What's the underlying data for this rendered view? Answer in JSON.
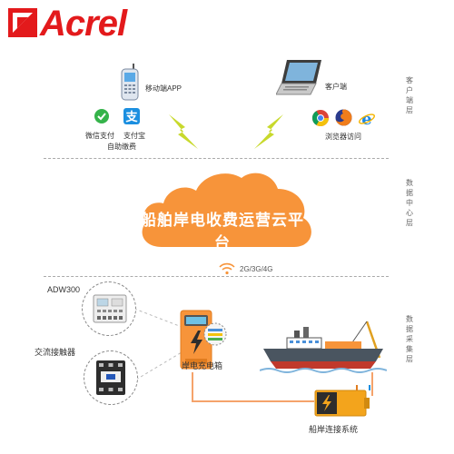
{
  "brand": {
    "name": "Acrel",
    "color": "#e31a1c"
  },
  "layers": {
    "client": "客户端层",
    "data_center": "数据中心层",
    "data_collection": "数据采集层"
  },
  "client": {
    "mobile_app": "移动端APP",
    "wechat_pay": "微信支付",
    "alipay": "支付宝",
    "self_pay": "自助缴费",
    "client_end": "客户端",
    "browser": "浏览器访问"
  },
  "cloud": {
    "label": "船舶岸电收费运营云平台",
    "color": "#f7943a"
  },
  "network": {
    "label": "2G/3G/4G"
  },
  "devices": {
    "meter": "ADW300",
    "contactor": "交流接触器",
    "charging_box": "岸电充电箱",
    "ship_system": "船岸连接系统"
  },
  "colors": {
    "orange": "#f7943a",
    "line_orange": "#f5a36b",
    "lightning": "#c8d92c",
    "separator": "#aaaaaa"
  }
}
